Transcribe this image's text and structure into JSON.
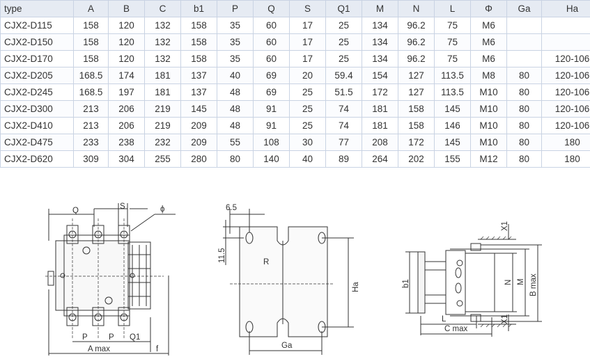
{
  "table": {
    "headers": [
      "type",
      "A",
      "B",
      "C",
      "b1",
      "P",
      "Q",
      "S",
      "Q1",
      "M",
      "N",
      "L",
      "Φ",
      "Ga",
      "Ha"
    ],
    "rows": [
      [
        "CJX2-D115",
        "158",
        "120",
        "132",
        "158",
        "35",
        "60",
        "17",
        "25",
        "134",
        "96.2",
        "75",
        "M6",
        "",
        ""
      ],
      [
        "CJX2-D150",
        "158",
        "120",
        "132",
        "158",
        "35",
        "60",
        "17",
        "25",
        "134",
        "96.2",
        "75",
        "M6",
        "",
        ""
      ],
      [
        "CJX2-D170",
        "158",
        "120",
        "132",
        "158",
        "35",
        "60",
        "17",
        "25",
        "134",
        "96.2",
        "75",
        "M6",
        "",
        "120-106"
      ],
      [
        "CJX2-D205",
        "168.5",
        "174",
        "181",
        "137",
        "40",
        "69",
        "20",
        "59.4",
        "154",
        "127",
        "113.5",
        "M8",
        "80",
        "120-106"
      ],
      [
        "CJX2-D245",
        "168.5",
        "197",
        "181",
        "137",
        "48",
        "69",
        "25",
        "51.5",
        "172",
        "127",
        "113.5",
        "M10",
        "80",
        "120-106"
      ],
      [
        "CJX2-D300",
        "213",
        "206",
        "219",
        "145",
        "48",
        "91",
        "25",
        "74",
        "181",
        "158",
        "145",
        "M10",
        "80",
        "120-106"
      ],
      [
        "CJX2-D410",
        "213",
        "206",
        "219",
        "209",
        "48",
        "91",
        "25",
        "74",
        "181",
        "158",
        "146",
        "M10",
        "80",
        "120-106"
      ],
      [
        "CJX2-D475",
        "233",
        "238",
        "232",
        "209",
        "55",
        "108",
        "30",
        "77",
        "208",
        "172",
        "145",
        "M10",
        "80",
        "180"
      ],
      [
        "CJX2-D620",
        "309",
        "304",
        "255",
        "280",
        "80",
        "140",
        "40",
        "89",
        "264",
        "202",
        "155",
        "M12",
        "80",
        "180"
      ]
    ]
  },
  "drawing_front": {
    "q": "Q",
    "s": "S",
    "phi": "ϕ",
    "p1": "P",
    "p2": "P",
    "q1": "Q1",
    "amax": "A max",
    "f": "f"
  },
  "drawing_plate": {
    "d65": "6.5",
    "d115": "11.5",
    "r": "R",
    "ha": "Ha",
    "ga": "Ga"
  },
  "drawing_side": {
    "x1_top": "X1",
    "x1_bottom": "X1",
    "b1": "b1",
    "n": "N",
    "m": "M",
    "bmax": "B max",
    "l": "L",
    "cmax": "C max"
  }
}
